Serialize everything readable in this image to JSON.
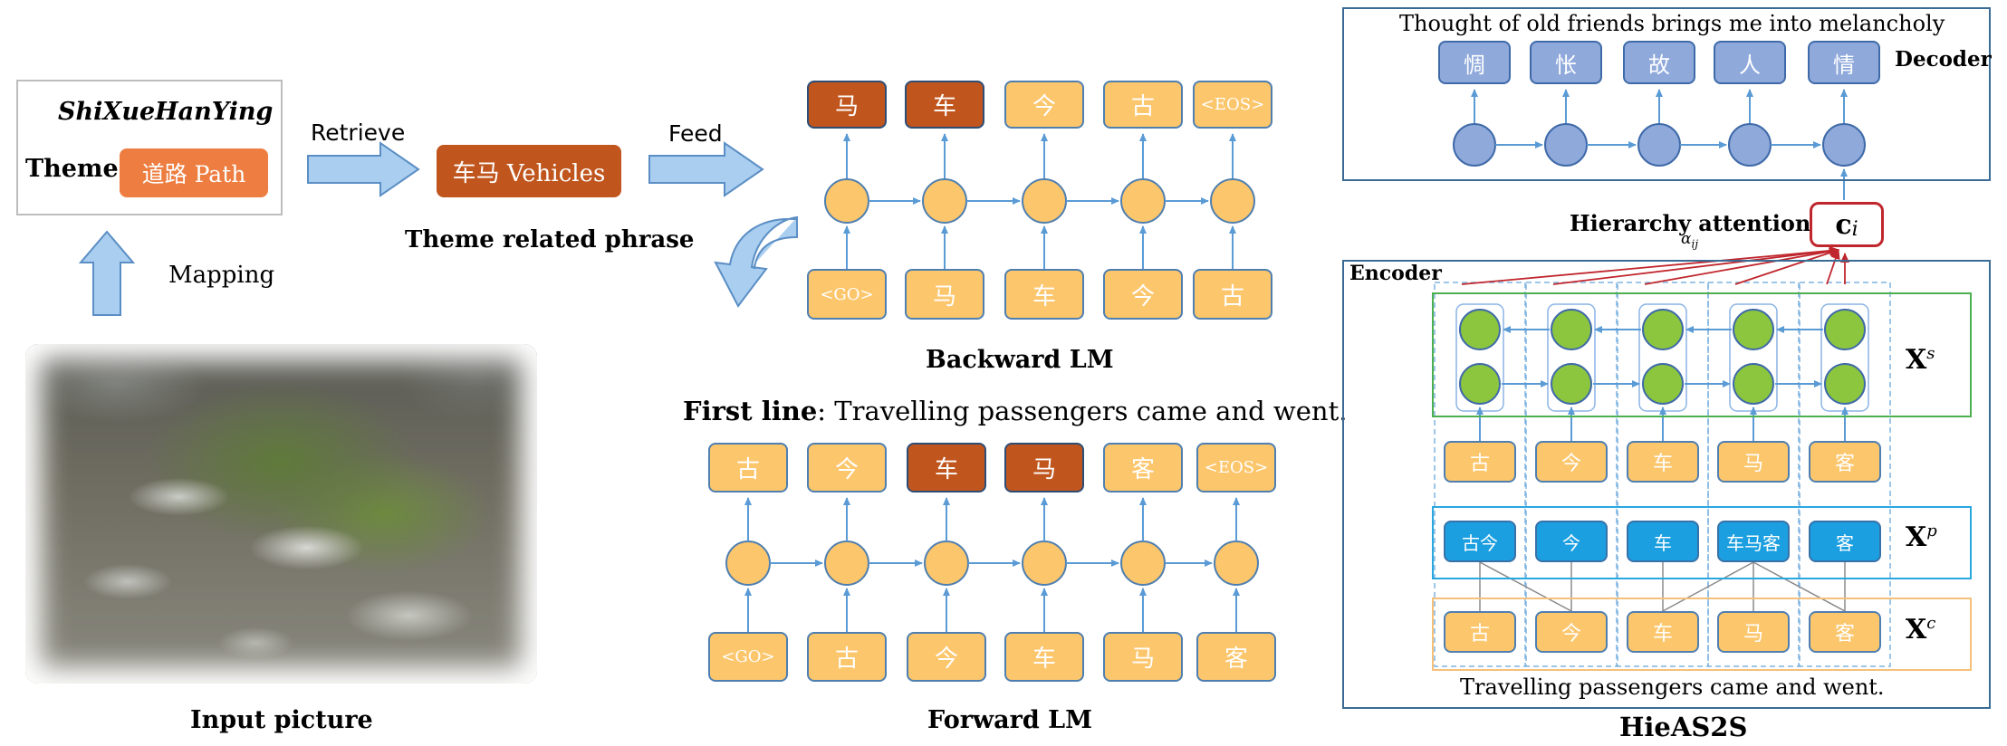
{
  "left": {
    "title": "ShiXueHanYing",
    "theme_label": "Theme",
    "theme_value": "道路 Path",
    "retrieve": "Retrieve",
    "feed": "Feed",
    "mapping": "Mapping",
    "phrase_value": "车马 Vehicles",
    "phrase_caption": "Theme related phrase",
    "picture_caption": "Input picture"
  },
  "backward": {
    "outputs": [
      "马",
      "车",
      "今",
      "古",
      "<EOS>"
    ],
    "inputs": [
      "<GO>",
      "马",
      "车",
      "今",
      "古"
    ],
    "caption": "Backward LM"
  },
  "first_line": {
    "label": "First line",
    "text": ": Travelling passengers came and went."
  },
  "forward": {
    "outputs": [
      "古",
      "今",
      "车",
      "马",
      "客",
      "<EOS>"
    ],
    "inputs": [
      "<GO>",
      "古",
      "今",
      "车",
      "马",
      "客"
    ],
    "caption": "Forward LM"
  },
  "hieas2s": {
    "decoder_text": "Thought of old friends brings me into melancholy",
    "decoder_label": "Decoder",
    "decoder_tokens": [
      "惆",
      "怅",
      "故",
      "人",
      "情"
    ],
    "attention_label": "Hierarchy attention",
    "alpha": "αij",
    "ci": "ci",
    "encoder_label": "Encoder",
    "xs_tokens": [
      "古",
      "今",
      "车",
      "马",
      "客"
    ],
    "xp_tokens": [
      "古今",
      "今",
      "车",
      "车马客",
      "客"
    ],
    "xc_tokens": [
      "古",
      "今",
      "车",
      "马",
      "客"
    ],
    "xs_label": "Xs",
    "xp_label": "Xp",
    "xc_label": "Xc",
    "bottom_text": "Travelling passengers came and went.",
    "caption": "HieAS2S"
  },
  "colors": {
    "token_orange": "#fcc66c",
    "token_dark": "#c0561d",
    "node_orange": "#fcc66c",
    "node_green": "#8cc63f",
    "node_decoder": "#8fa9db",
    "token_blue": "#1b9fe0",
    "arrow_blue": "#5b9bd5",
    "attention_red": "#c0262d"
  }
}
